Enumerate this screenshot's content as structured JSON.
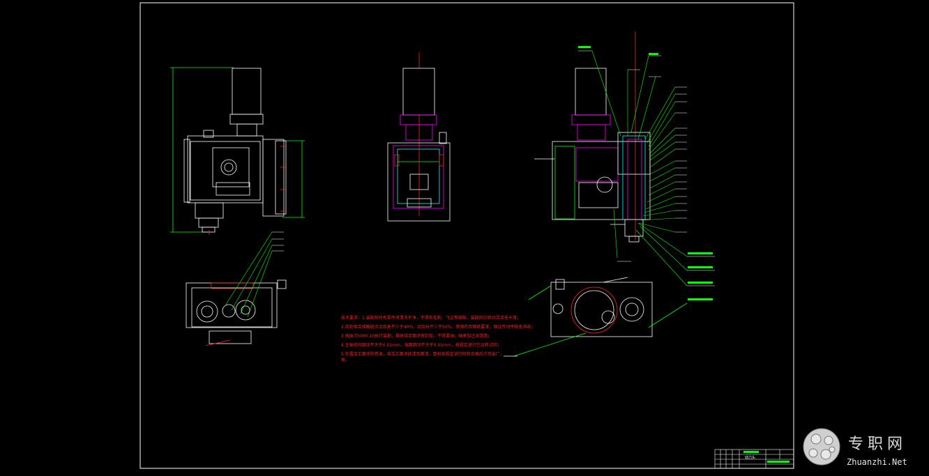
{
  "drawing": {
    "background": "#000000",
    "colors": {
      "outline": "#ffffff",
      "centerline": "#ff2020",
      "leader": "#00ff00",
      "section": "#ff00ff",
      "cyan": "#00ffff",
      "dimension": "#00ff00"
    },
    "technical_notes": [
      "技术要求：1.装配前所有零件须清洗干净，不得有毛刺、飞边等缺陷，装配后应转动灵活无卡滞；",
      "2.齿轮啮合接触斑点沿齿高不少于40%，沿齿长不少于50%，侧隙符合图纸要求，保证传动平稳无冲击；",
      "3.按JB/T5000.10执行装配，箱体结合面涂密封胶，不得漏油；轴承加注润滑脂；",
      "4.主轴径向跳动不大于0.01mm，端面跳动不大于0.01mm，按规定进行空运转试验；",
      "5.外露加工面涂防锈油，非加工面涂底漆及面漆，整机按规定进行检验合格后方可出厂，",
      "等。"
    ],
    "title_block": {
      "label": "动力头"
    }
  },
  "watermark": {
    "cn": "专职网",
    "en": "Zhuanzhi.Net"
  }
}
